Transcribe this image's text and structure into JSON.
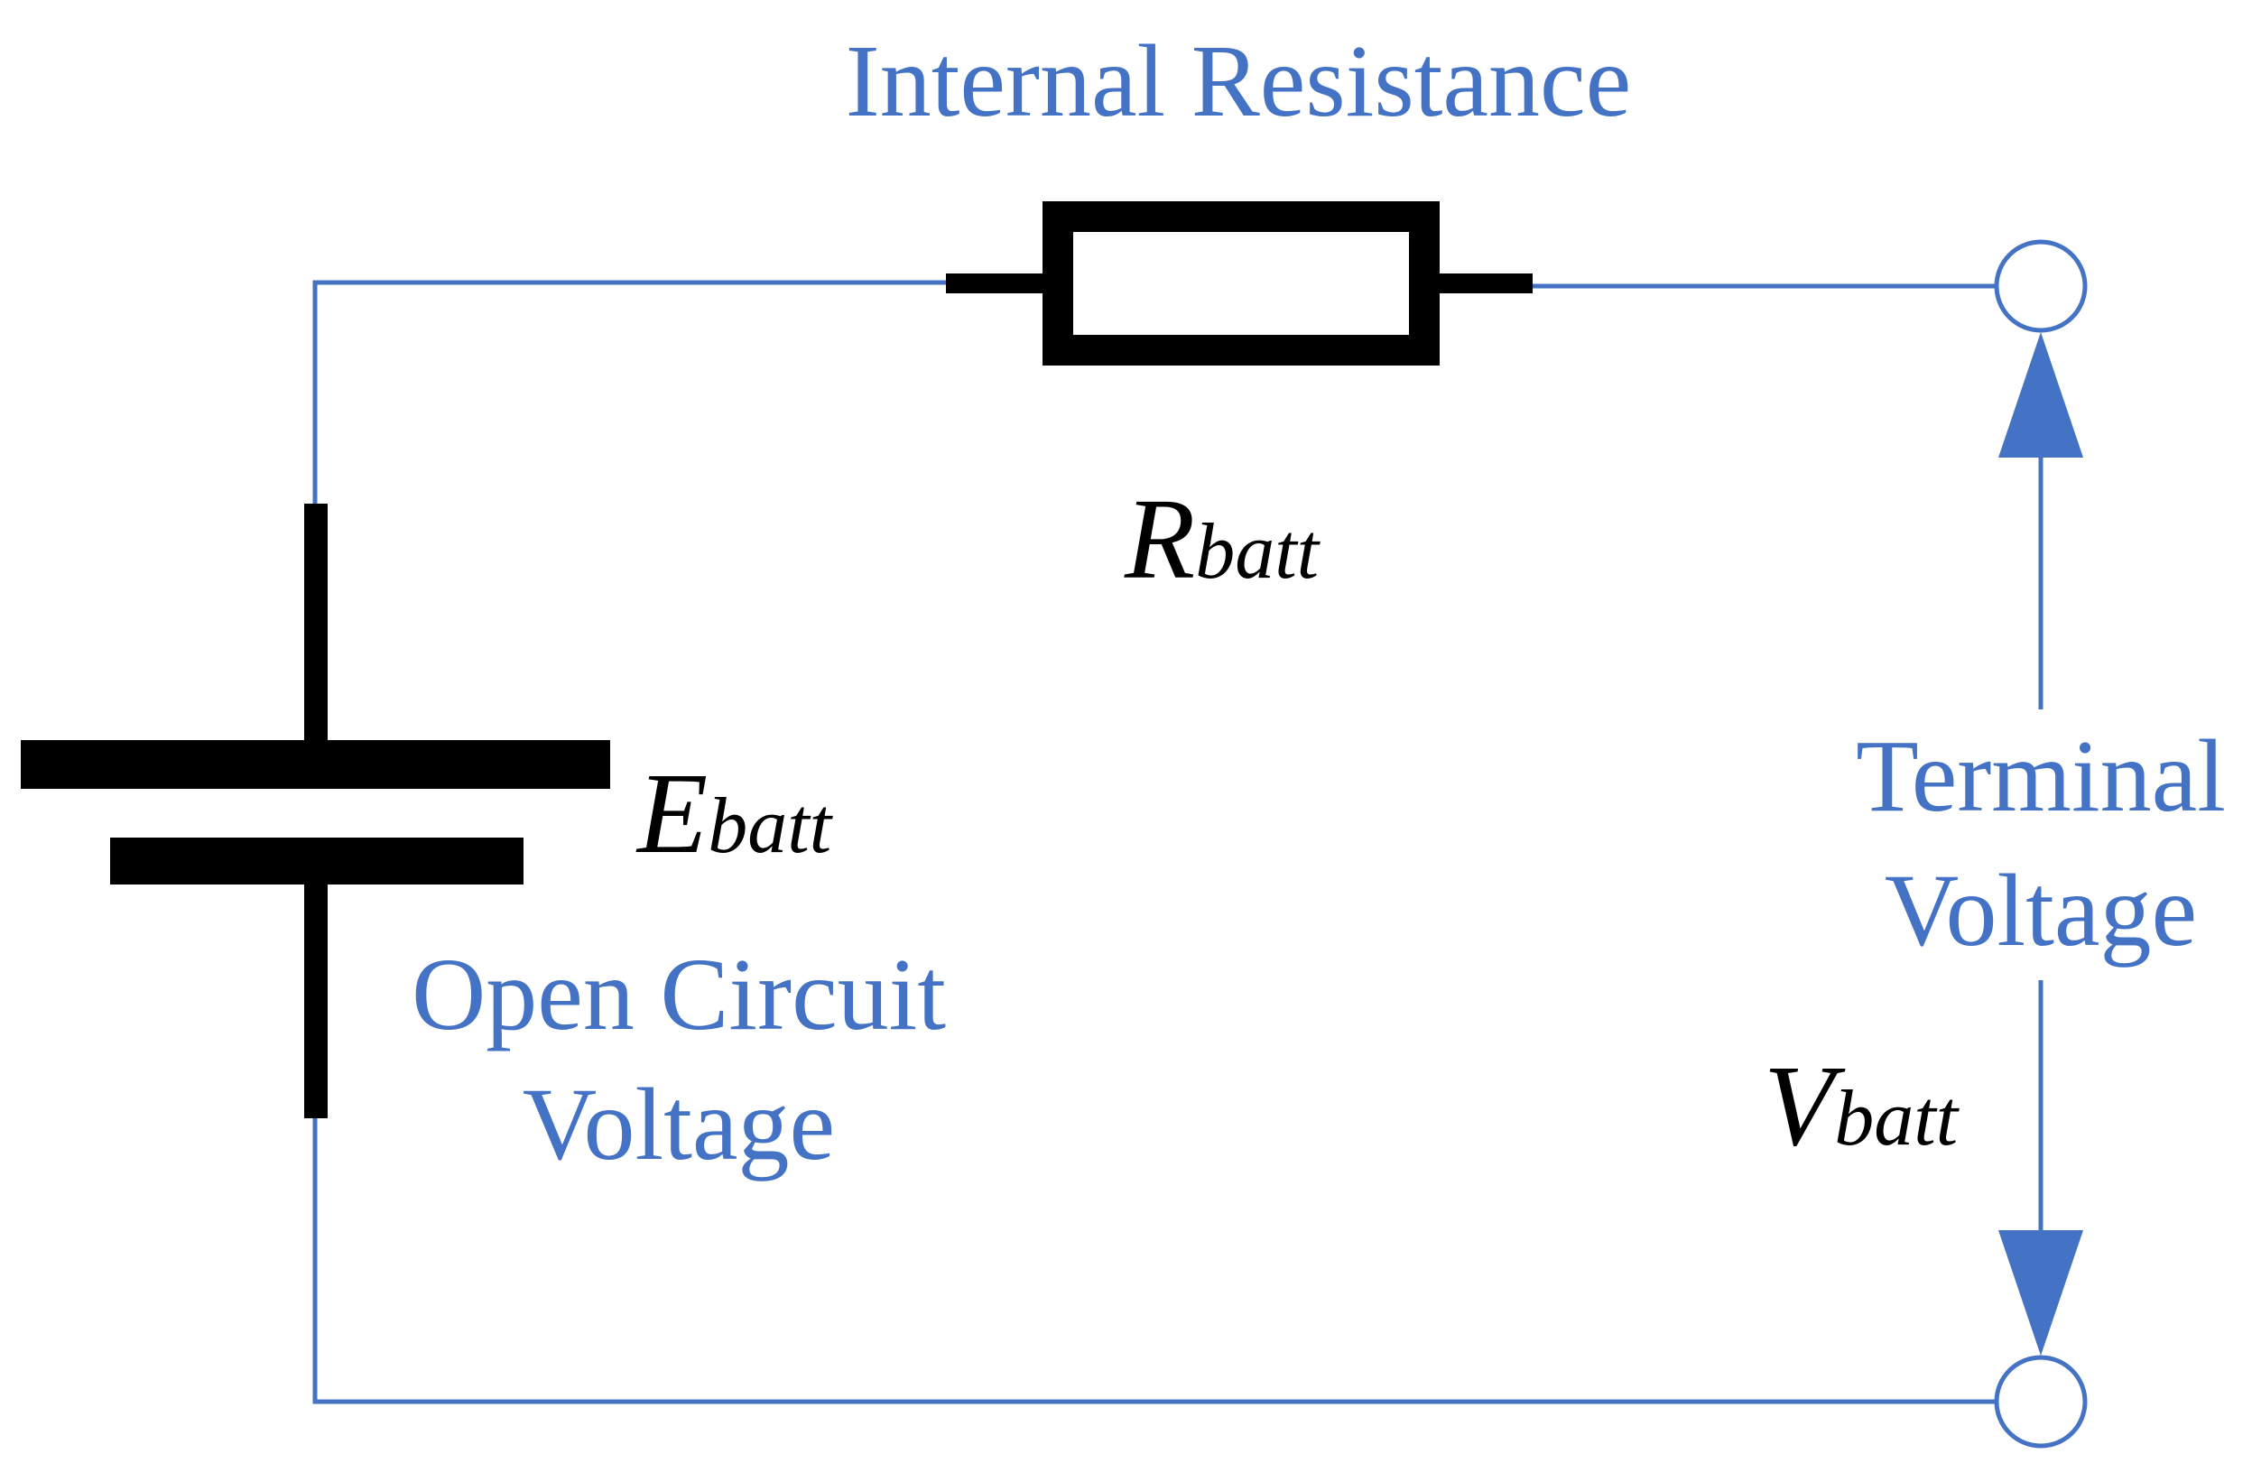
{
  "colors": {
    "wire": "#4472C4",
    "label": "#4472C4",
    "component": "#000000",
    "symbol": "#000000",
    "background": "#FFFFFF"
  },
  "labels": {
    "internal_resistance": "Internal Resistance",
    "open_circuit_line1": "Open Circuit",
    "open_circuit_line2": "Voltage",
    "terminal_line1": "Terminal",
    "terminal_line2": "Voltage"
  },
  "symbols": {
    "resistor": {
      "main": "R",
      "sub": "batt"
    },
    "battery": {
      "main": "E",
      "sub": "batt"
    },
    "terminal": {
      "main": "V",
      "sub": "batt"
    }
  }
}
